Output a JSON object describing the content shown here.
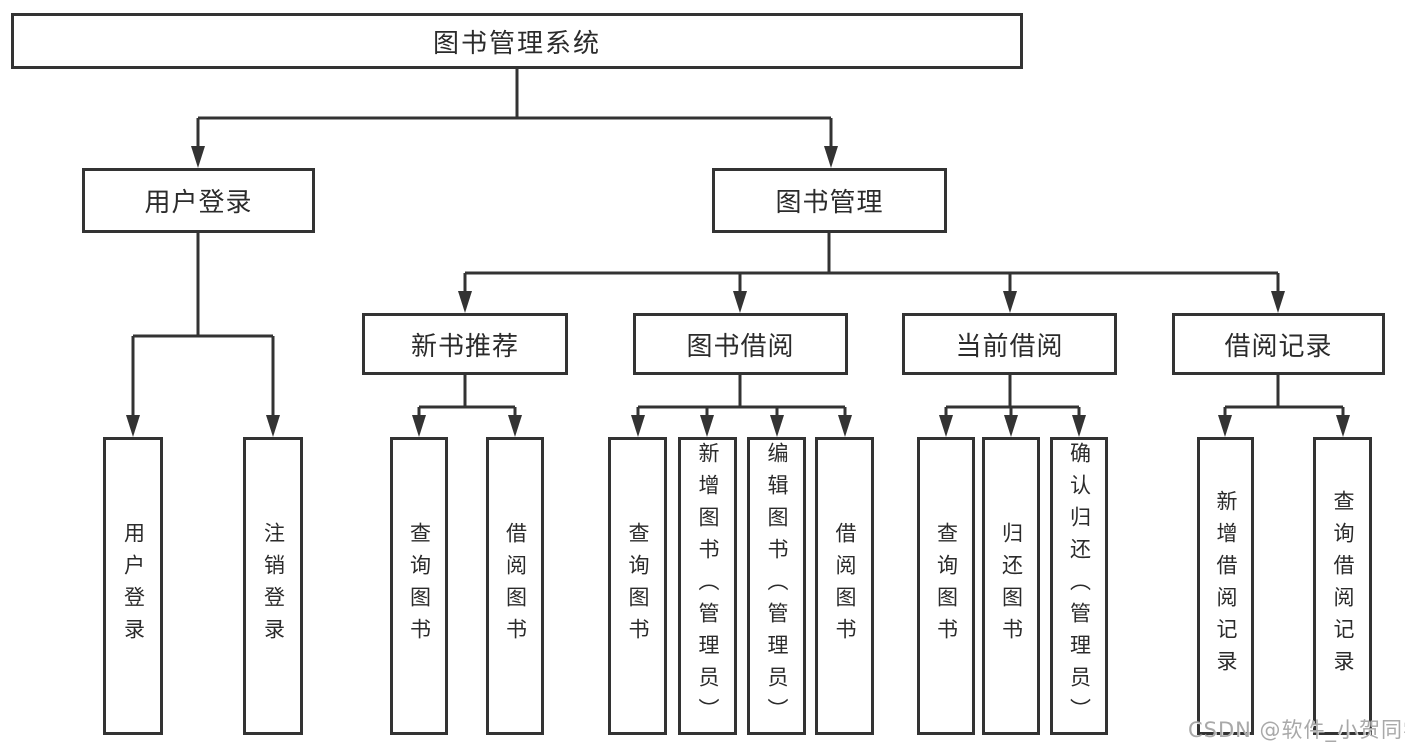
{
  "tree": {
    "root": "图书管理系统",
    "children": [
      {
        "label": "用户登录",
        "children": [
          "用户登录",
          "注销登录"
        ]
      },
      {
        "label": "图书管理",
        "children": [
          {
            "label": "新书推荐",
            "children": [
              "查询图书",
              "借阅图书"
            ]
          },
          {
            "label": "图书借阅",
            "children": [
              "查询图书",
              "新增图书（管理员）",
              "编辑图书（管理员）",
              "借阅图书"
            ]
          },
          {
            "label": "当前借阅",
            "children": [
              "查询图书",
              "归还图书",
              "确认归还（管理员）"
            ]
          },
          {
            "label": "借阅记录",
            "children": [
              "新增借阅记录",
              "查询借阅记录"
            ]
          }
        ]
      }
    ]
  },
  "watermark": {
    "text": "CSDN @软件_小贺同学"
  },
  "colors": {
    "line": "#333333",
    "text": "#2b2b2b",
    "background": "#ffffff",
    "watermark": "#a9a9a9"
  }
}
